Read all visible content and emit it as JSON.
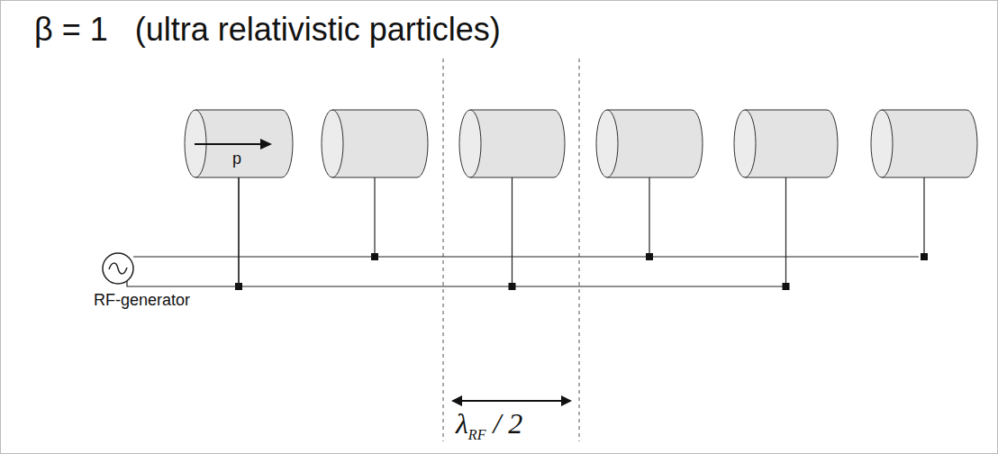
{
  "diagram": {
    "title": "β = 1   (ultra relativistic particles)",
    "nodes": [
      {
        "text": [
          "RF-generator"
        ]
      },
      {
        "text": [
          "p"
        ]
      }
    ],
    "edges": [
      {
        "from": 0,
        "to": 1,
        "arrow": "none"
      }
    ],
    "labels": [
      "λ",
      "RF",
      "/ 2"
    ]
  }
}
